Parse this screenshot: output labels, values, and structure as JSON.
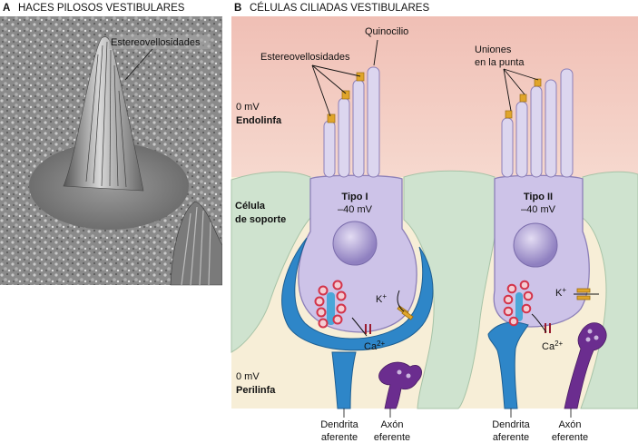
{
  "panel_a": {
    "letter": "A",
    "title": "HACES PILOSOS VESTIBULARES",
    "stereocilia_label": "Estereovellosidades"
  },
  "panel_b": {
    "letter": "B",
    "title": "CÉLULAS CILIADAS VESTIBULARES",
    "kinocilium_label": "Quinocilio",
    "stereocilia_label": "Estereovellosidades",
    "tip_links_label_1": "Uniones",
    "tip_links_label_2": "en la punta",
    "endolymph_mv": "0 mV",
    "endolymph": "Endolinfa",
    "support_cell_1": "Célula",
    "support_cell_2": "de soporte",
    "type1_name": "Tipo I",
    "type1_mv": "–40 mV",
    "type2_name": "Tipo II",
    "type2_mv": "–40 mV",
    "k_ion": "K",
    "k_charge": "+",
    "ca_ion": "Ca",
    "ca_charge": "2+",
    "perilymph_mv": "0 mV",
    "perilymph": "Perilinfa",
    "afferent_dendrite_1": "Dendrita",
    "afferent_dendrite_2": "aferente",
    "efferent_axon_1": "Axón",
    "efferent_axon_2": "eferente"
  },
  "colors": {
    "endolymph": "#eec0b6",
    "perilymph": "#f7eed7",
    "support_cell": "#cfe3cf",
    "hair_cell": "#cdc3e8",
    "nucleus": "#a99bd0",
    "afferent": "#2e86c8",
    "efferent": "#6b2d8f",
    "vesicle": "#d3344a",
    "channel": "#e0a52a"
  }
}
